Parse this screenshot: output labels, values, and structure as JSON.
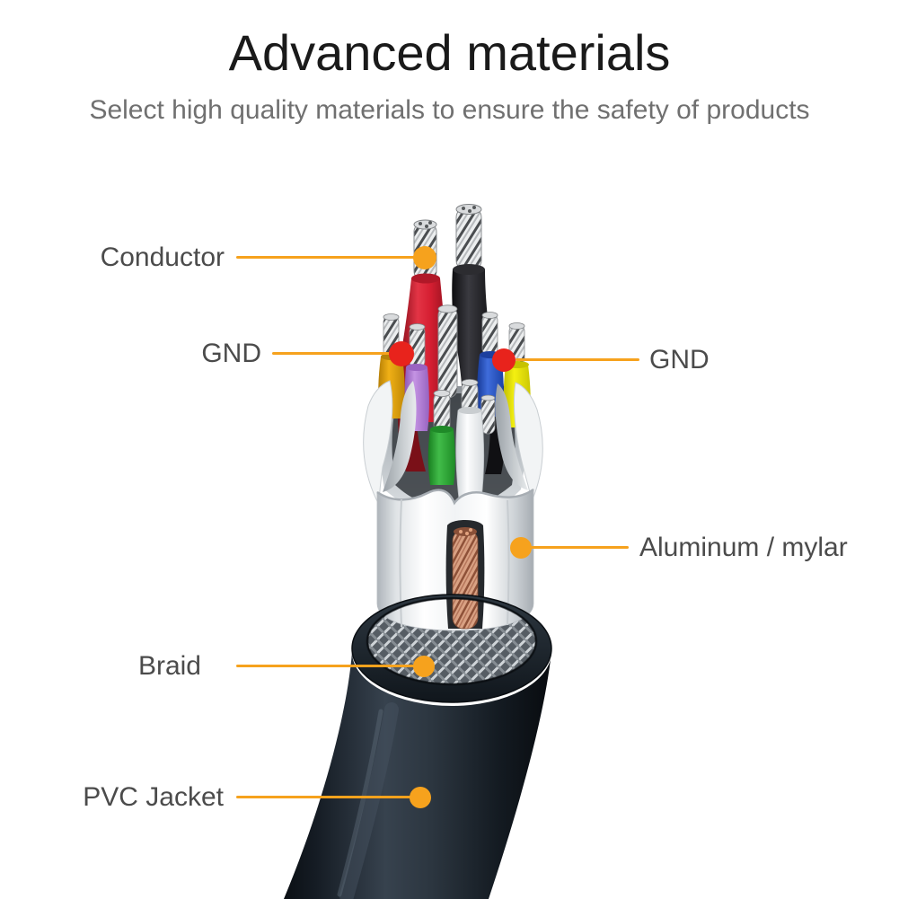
{
  "header": {
    "title": "Advanced materials",
    "subtitle": "Select high quality materials to ensure the safety of products"
  },
  "colors": {
    "accent": "#F6A21D",
    "gnd_dot": "#E8231C",
    "title": "#1A1A1A",
    "subtitle": "#707070",
    "label": "#4B4B4B",
    "bg": "#FFFFFF"
  },
  "callouts": {
    "conductor": {
      "label": "Conductor",
      "dot": "orange",
      "side": "left"
    },
    "gnd_left": {
      "label": "GND",
      "dot": "red",
      "side": "left"
    },
    "gnd_right": {
      "label": "GND",
      "dot": "red",
      "side": "right"
    },
    "aluminum": {
      "label": "Aluminum / mylar",
      "dot": "orange",
      "side": "right"
    },
    "braid": {
      "label": "Braid",
      "dot": "orange",
      "side": "left"
    },
    "pvc": {
      "label": "PVC Jacket",
      "dot": "orange",
      "side": "left"
    }
  },
  "illustration": {
    "subject": "stripped shielded multi-core cable",
    "visible_part_colors": {
      "jacket": "#1C242E",
      "braid": "#8A9096",
      "foil": "#F2F4F6",
      "drain_copper": "#C98A5E",
      "wire_insulations": [
        "#D61F32",
        "#1E1E22",
        "#F0B016",
        "#C493E3",
        "#3F6CDB",
        "#F4F011",
        "#41BC49",
        "#FAFBFC"
      ]
    }
  }
}
